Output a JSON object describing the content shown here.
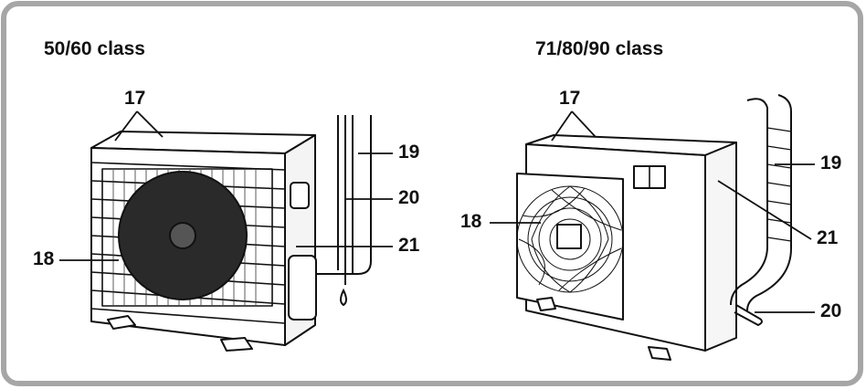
{
  "panels": [
    {
      "heading": "50/60 class",
      "callouts": [
        "17",
        "18",
        "19",
        "20",
        "21"
      ]
    },
    {
      "heading": "71/80/90 class",
      "callouts": [
        "17",
        "18",
        "19",
        "21",
        "20"
      ]
    }
  ],
  "colors": {
    "frame_border": "#a6a6a6",
    "line": "#111111",
    "background": "#ffffff"
  }
}
